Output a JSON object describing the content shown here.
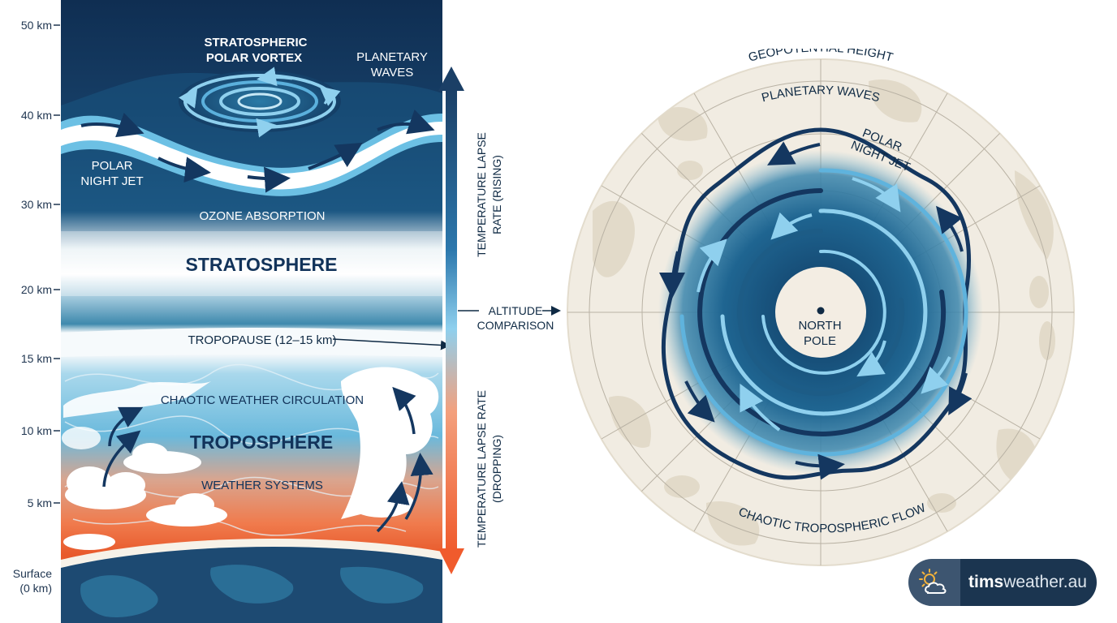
{
  "altitude_axis": {
    "ticks": [
      {
        "label": "50 km",
        "value_km": 50
      },
      {
        "label": "40 km",
        "value_km": 40
      },
      {
        "label": "30 km",
        "value_km": 30
      },
      {
        "label": "20 km",
        "value_km": 20
      },
      {
        "label": "15 km",
        "value_km": 15
      },
      {
        "label": "10 km",
        "value_km": 10
      },
      {
        "label": "5 km",
        "value_km": 5
      }
    ],
    "surface_label_line1": "Surface",
    "surface_label_line2": "(0 km)"
  },
  "profile": {
    "vortex_line1": "STRATOSPHERIC",
    "vortex_line2": "POLAR VORTEX",
    "planetary_line1": "PLANETARY",
    "planetary_line2": "WAVES",
    "jet_line1": "POLAR",
    "jet_line2": "NIGHT JET",
    "ozone": "OZONE ABSORPTION",
    "stratosphere": "STRATOSPHERE",
    "tropopause": "TROPOPAUSE (12–15 km)",
    "chaotic": "CHAOTIC WEATHER CIRCULATION",
    "troposphere": "TROPOSPHERE",
    "weather_systems": "WEATHER SYSTEMS"
  },
  "lapse_rate": {
    "rising_line1": "TEMPERATURE LAPSE",
    "rising_line2": "RATE (RISING)",
    "dropping_line1": "TEMPERATURE LAPSE RATE",
    "dropping_line2": "(DROPPING)"
  },
  "comparison": {
    "line1": "ALTITUDE",
    "line2": "COMPARISON"
  },
  "polar_map": {
    "geopotential": "GEOPOTENTIAL HEIGHT",
    "planetary": "PLANETARY WAVES",
    "jet_line1": "POLAR",
    "jet_line2": "NIGHT JET",
    "pole_line1": "NORTH",
    "pole_line2": "POLE",
    "chaotic_flow": "CHAOTIC TROPOSPHERIC FLOW"
  },
  "brand": {
    "name_bold": "tims",
    "name_regular": "weather.au",
    "icon": "sun-cloud-icon"
  },
  "colors": {
    "navy": "#0f2a44",
    "stratosphere_blue": "#1d5c86",
    "tropopause_light": "#e8f3f7",
    "troposphere_cyan": "#7cc3df",
    "surface_orange": "#f06a3a",
    "arrow_gradient_top": "#1b3f66",
    "arrow_gradient_bottom": "#f26b3a",
    "polar_disc": "#f1ece2"
  }
}
